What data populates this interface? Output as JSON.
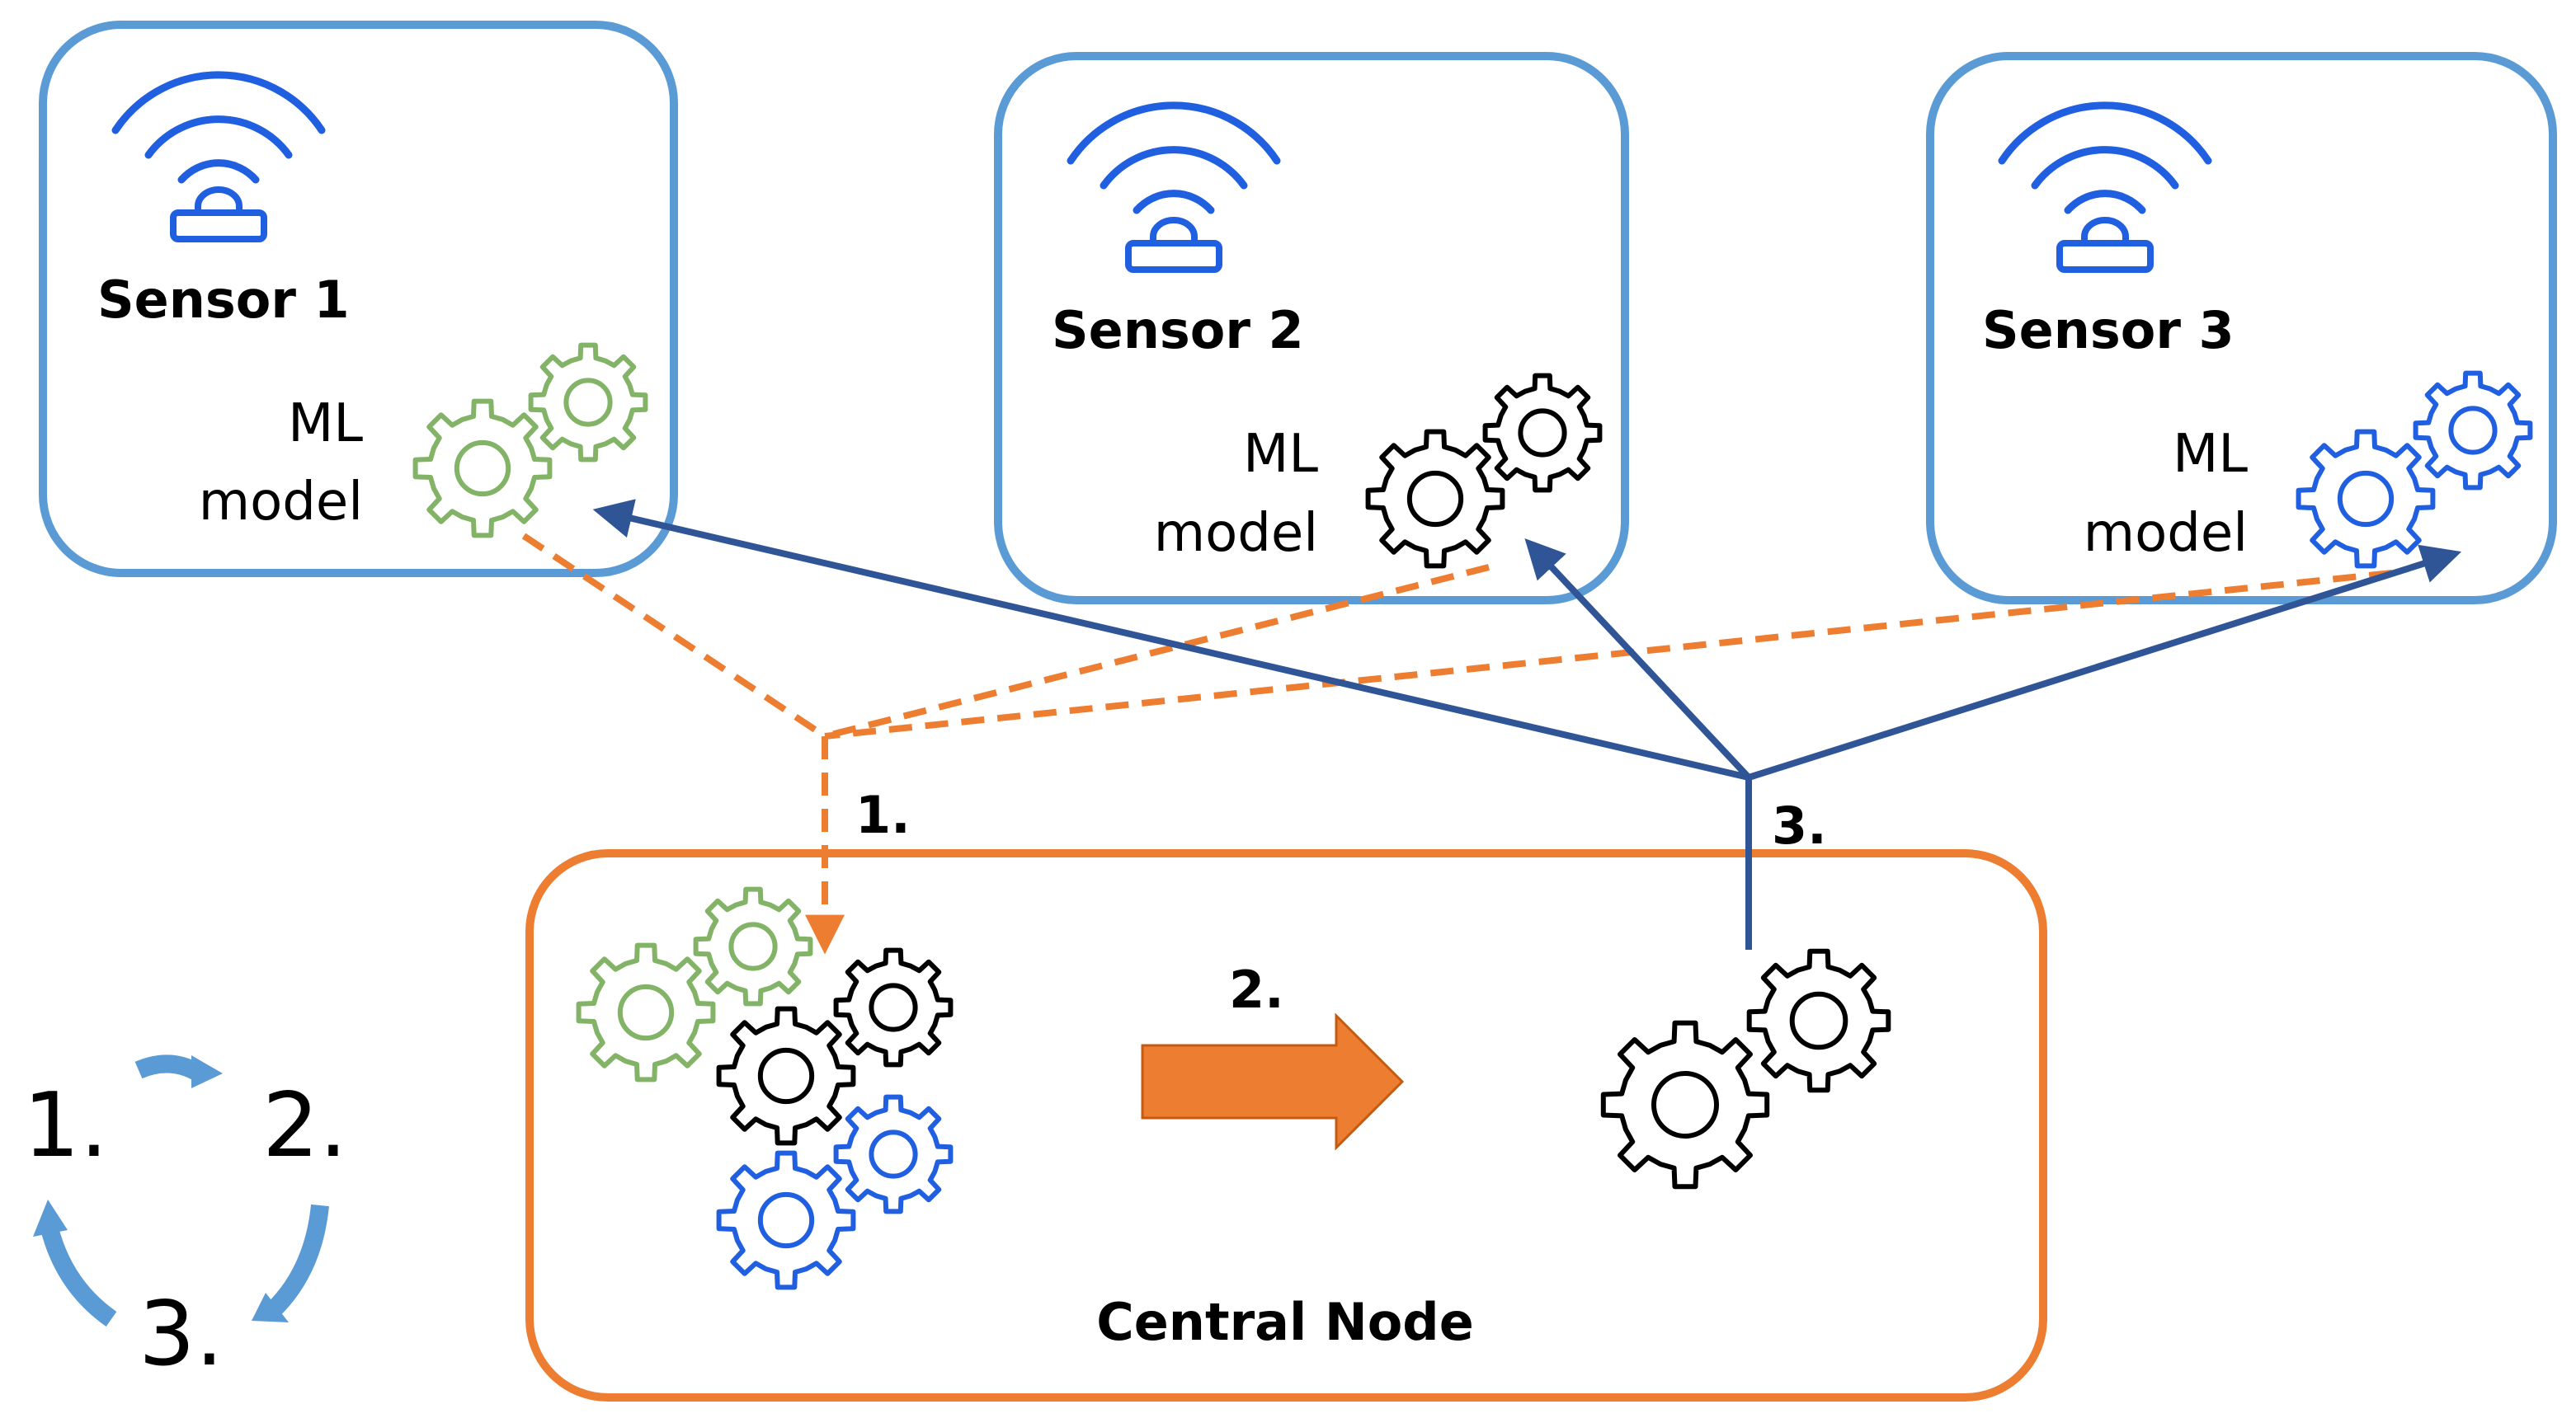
{
  "colors": {
    "sensor_border": "#5b9bd5",
    "central_border": "#ed7d31",
    "green_gear": "#82b366",
    "black_gear": "#000000",
    "blue_gear": "#1f5fe0",
    "wifi_icon": "#1f5fe0",
    "upload_arrow": "#ed7d31",
    "broadcast_arrow": "#2f5597",
    "aggregate_arrow": "#ed7d31",
    "cycle_arrow": "#5b9bd5"
  },
  "sensors": [
    {
      "title": "Sensor 1",
      "ml_line1": "ML",
      "ml_line2": "model",
      "gear_color": "green"
    },
    {
      "title": "Sensor 2",
      "ml_line1": "ML",
      "ml_line2": "model",
      "gear_color": "black"
    },
    {
      "title": "Sensor 3",
      "ml_line1": "ML",
      "ml_line2": "model",
      "gear_color": "blue"
    }
  ],
  "central": {
    "title": "Central Node"
  },
  "steps": {
    "upload": "1.",
    "aggregate": "2.",
    "broadcast": "3."
  },
  "cycle": {
    "step1": "1.",
    "step2": "2.",
    "step3": "3."
  },
  "icons": [
    "wifi-sensor-icon",
    "gear-icon",
    "block-arrow-icon",
    "cycle-arrow-icon"
  ]
}
